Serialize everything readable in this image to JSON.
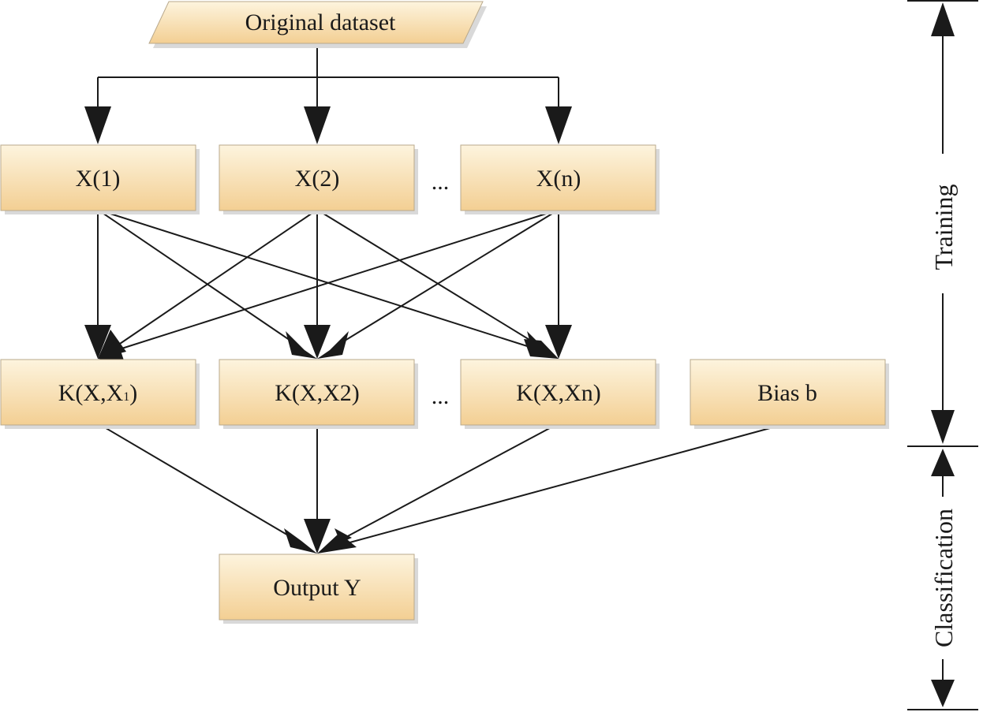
{
  "nodes": {
    "dataset": "Original dataset",
    "x1": "X(1)",
    "x2": "X(2)",
    "xn": "X(n)",
    "k1_main": "K(X,X",
    "k1_sub": "1",
    "k1_close": ")",
    "k2": "K(X,X2)",
    "kn": "K(X,Xn)",
    "bias": "Bias b",
    "output": "Output Y"
  },
  "ellipsis": {
    "row1": "...",
    "row2": "..."
  },
  "phases": {
    "training": "Training",
    "classification": "Classification"
  },
  "colors": {
    "box_light": "#fdf4de",
    "box_dark": "#f3cf93",
    "box_border": "#b9a98c",
    "line": "#1a1a1a"
  }
}
